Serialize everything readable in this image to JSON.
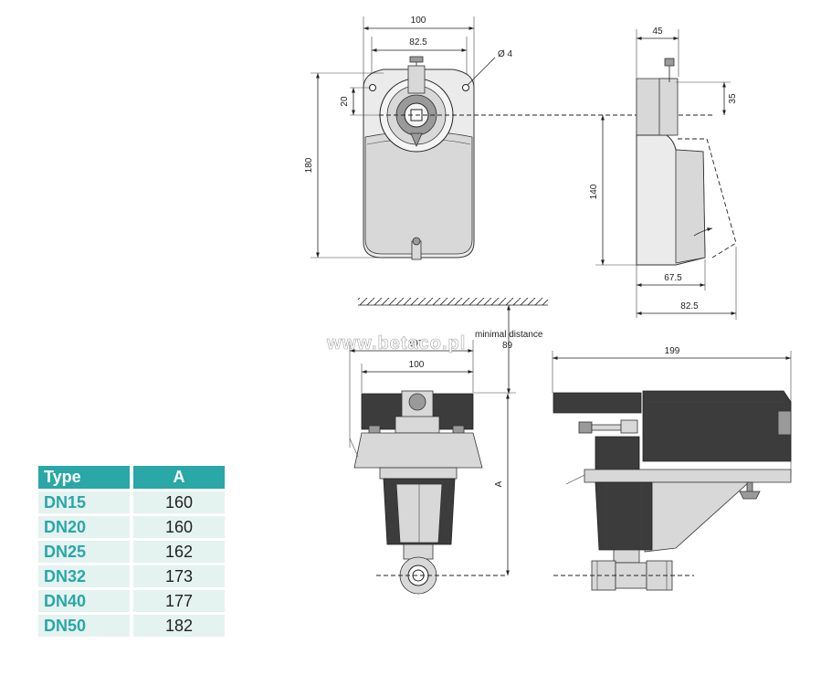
{
  "dimensions": {
    "top_width": "100",
    "hole_spacing": "82.5",
    "hole_diameter": "Ø 4",
    "hole_offset": "20",
    "total_height": "180",
    "side_depth": "45",
    "side_top": "35",
    "side_height": "140",
    "side_base": "67.5",
    "side_swing": "82.5",
    "front_width_outer": "107",
    "front_width": "100",
    "minimal_distance_label": "minimal distance",
    "minimal_distance_value": "89",
    "side_length": "199",
    "height_a": "A"
  },
  "watermark": "www.betaco.pl",
  "table": {
    "headers": [
      "Type",
      "A"
    ],
    "rows": [
      {
        "type": "DN15",
        "a": "160"
      },
      {
        "type": "DN20",
        "a": "160"
      },
      {
        "type": "DN25",
        "a": "162"
      },
      {
        "type": "DN32",
        "a": "173"
      },
      {
        "type": "DN40",
        "a": "177"
      },
      {
        "type": "DN50",
        "a": "182"
      }
    ]
  },
  "colors": {
    "table_header": "#2aa7a7",
    "table_cell": "#e4f2f0",
    "type_text": "#2aa7a7"
  }
}
